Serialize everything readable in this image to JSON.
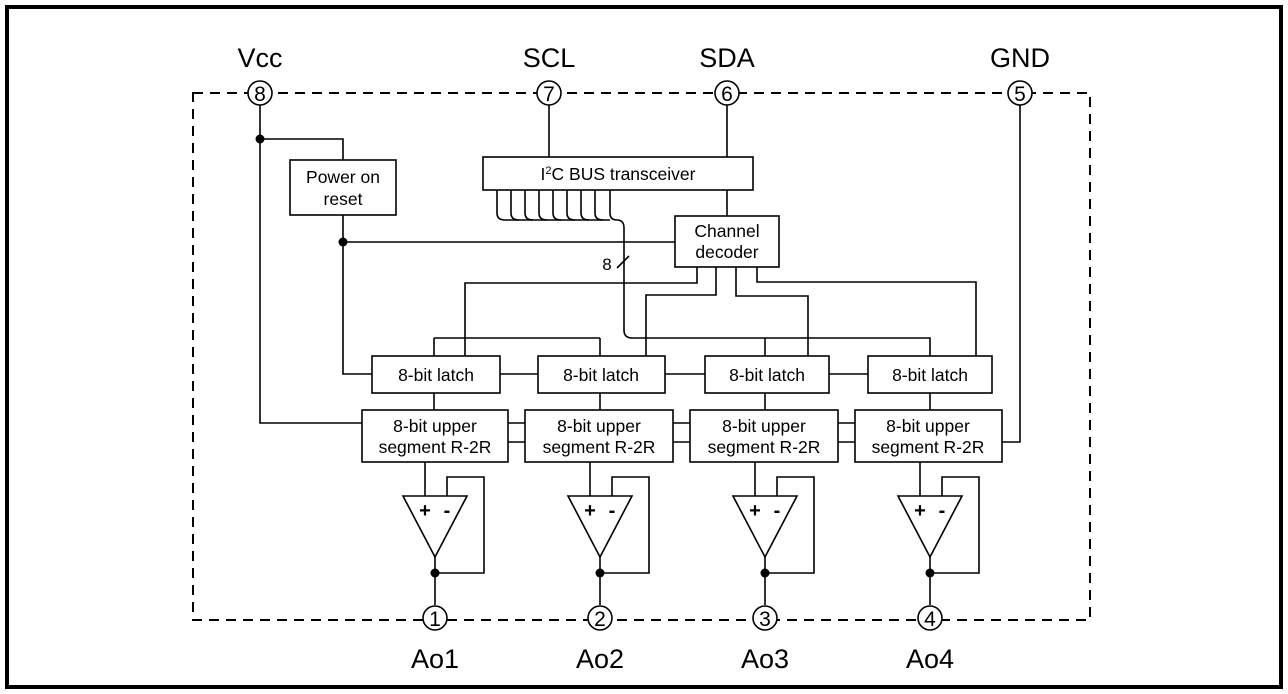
{
  "pins": {
    "vcc": {
      "label": "Vcc",
      "number": "8"
    },
    "scl": {
      "label": "SCL",
      "number": "7"
    },
    "sda": {
      "label": "SDA",
      "number": "6"
    },
    "gnd": {
      "label": "GND",
      "number": "5"
    },
    "ao1": {
      "label": "Ao1",
      "number": "1"
    },
    "ao2": {
      "label": "Ao2",
      "number": "2"
    },
    "ao3": {
      "label": "Ao3",
      "number": "3"
    },
    "ao4": {
      "label": "Ao4",
      "number": "4"
    }
  },
  "blocks": {
    "por": {
      "line1": "Power on",
      "line2": "reset"
    },
    "i2c": {
      "prefix": "I",
      "sup": "2",
      "suffix": "C BUS transceiver"
    },
    "decoder": {
      "line1": "Channel",
      "line2": "decoder"
    },
    "latch": "8-bit latch",
    "r2r": {
      "line1": "8-bit upper",
      "line2": "segment R-2R"
    }
  },
  "bus_width": "8",
  "opamp": {
    "plus": "+",
    "minus": "-"
  }
}
